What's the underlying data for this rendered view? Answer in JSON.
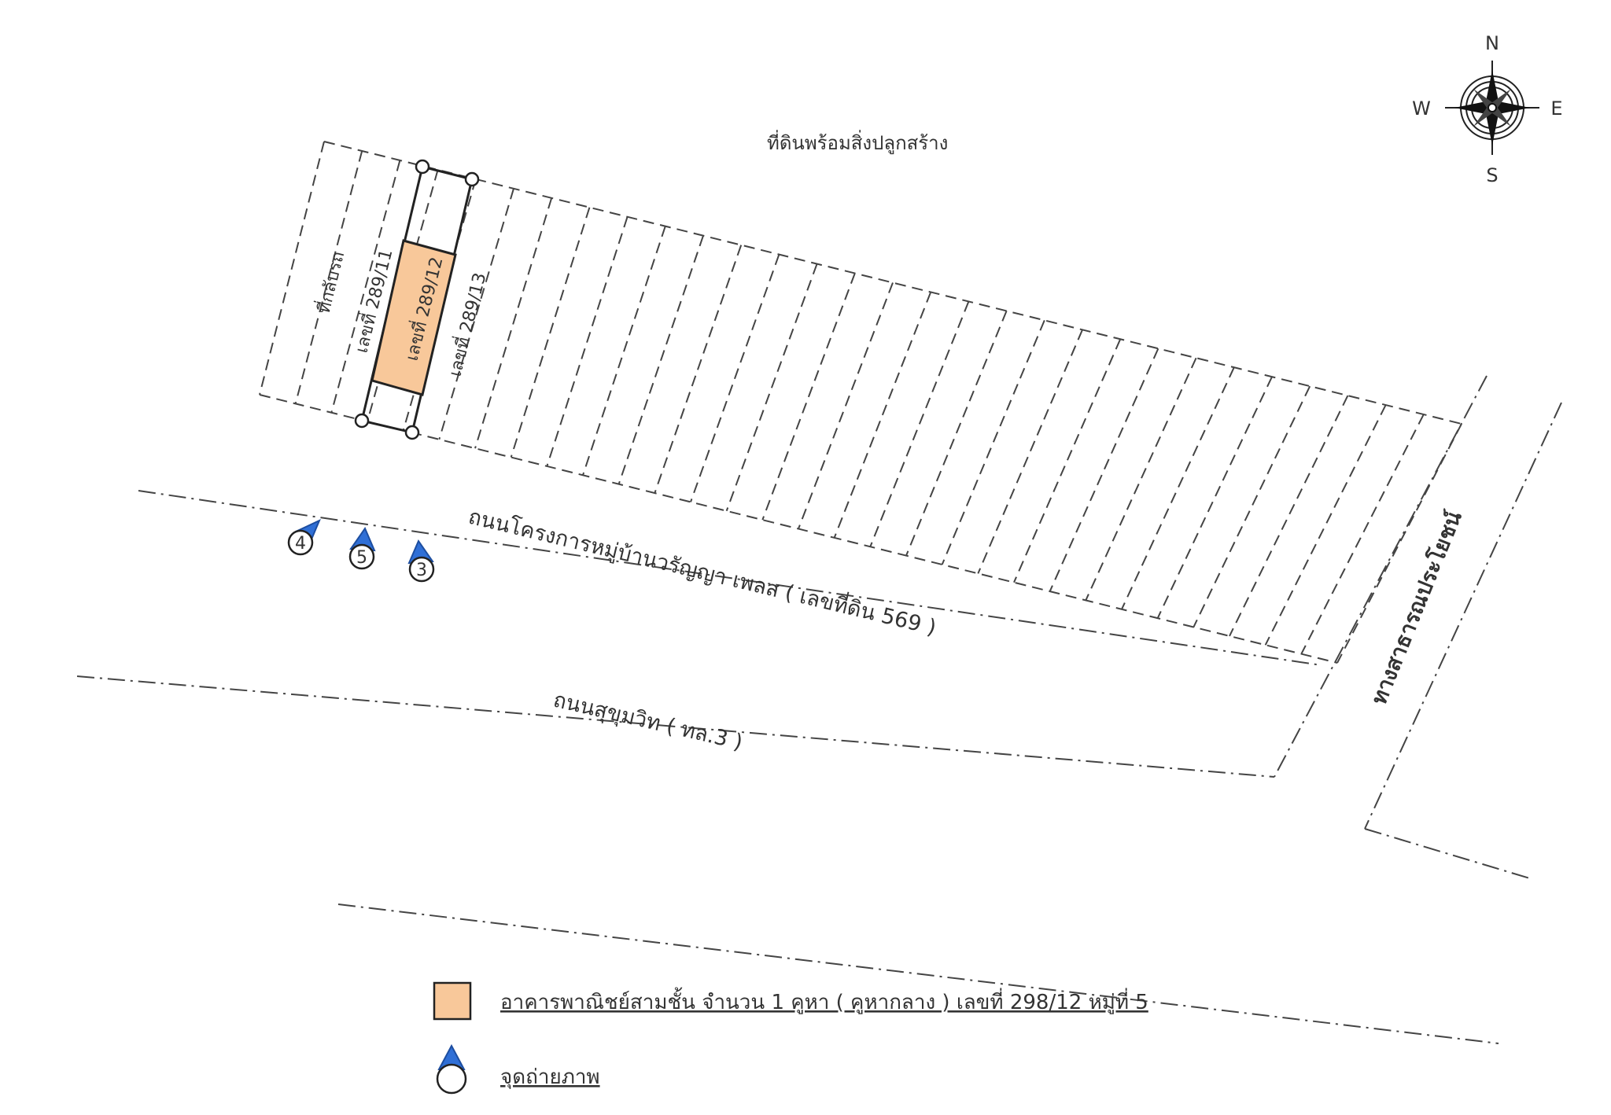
{
  "map": {
    "labels": {
      "north_parcel": "ที่ดินพร้อมสิ่งปลูกสร้าง",
      "west_parcel": "ที่กลับรถ",
      "unit_left": "เลขที่ 289/11",
      "unit_subject": "เลขที่ 289/12",
      "unit_right": "เลขที่ 289/13",
      "project_road": "ถนนโครงการหมู่บ้านวรัญญา เพลส ( เลขที่ดิน 569 )",
      "main_road": "ถนนสุขุมวิท ( ทล.3 )",
      "public_way": "ทางสาธารณประโยชน์"
    },
    "compass": {
      "n": "N",
      "s": "S",
      "e": "E",
      "w": "W"
    },
    "photo_points": [
      "4",
      "5",
      "3"
    ]
  },
  "legend": {
    "building": "อาคารพาณิชย์สามชั้น จำนวน 1 คูหา ( คูหากลาง ) เลขที่ 298/12 หมู่ที่ 5",
    "photo_point": "จุดถ่ายภาพ"
  },
  "colors": {
    "subject_fill": "#F8C89A",
    "marker_fill": "#2F6FD6"
  }
}
